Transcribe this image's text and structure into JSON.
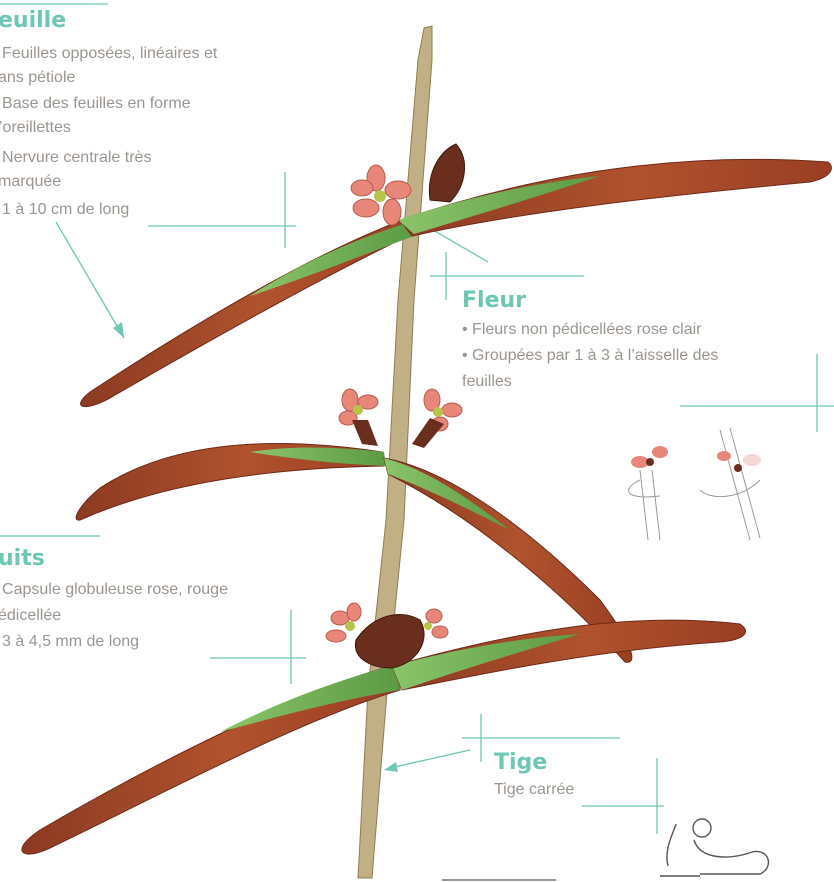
{
  "feuille": {
    "title": "euille",
    "lines": [
      "• Feuilles opposées, linéaires et",
      "ans pétiole",
      "• Base des feuilles en forme",
      "d’oreillettes",
      "• Nervure centrale très",
      "marquée",
      "• 1 à 10 cm de long"
    ]
  },
  "fleur": {
    "title": "Fleur",
    "lines": [
      "• Fleurs non pédicellées rose clair",
      "• Groupées par 1 à 3 à l’aisselle des",
      "feuilles"
    ]
  },
  "fruits": {
    "title": "uits",
    "lines": [
      "• Capsule globuleuse rose, rouge",
      "édicellée",
      "• 3 à 4,5 mm de long"
    ]
  },
  "tige": {
    "title": "Tige",
    "lines": [
      "Tige carrée"
    ]
  },
  "colors": {
    "accent": "#6ec6b4",
    "text": "#9b9590",
    "leaf_brown": "#9a3c24",
    "leaf_green": "#7bb45a",
    "stem": "#b5a37a",
    "flower_pink": "#e9867a"
  }
}
